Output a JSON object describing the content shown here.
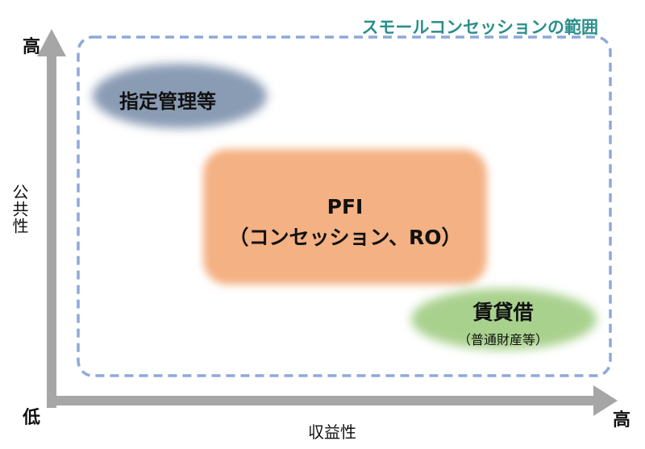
{
  "axes": {
    "y_high": "高",
    "y_low": "低",
    "x_high": "高",
    "y_title": "公共性",
    "x_title": "収益性"
  },
  "scope": {
    "label": "スモールコンセッションの範囲",
    "border_color": "#8ea9d8",
    "label_color": "#2a8f8a"
  },
  "regions": {
    "shitei": {
      "label": "指定管理等",
      "color": "#8496b0"
    },
    "pfi": {
      "line1": "PFI",
      "line2": "（コンセッション、RO）",
      "color": "#f4b183"
    },
    "chintai": {
      "label": "賃貸借",
      "sub": "（普通財産等）",
      "color": "#a9d18e"
    }
  },
  "arrow_color": "#a6a6a6"
}
